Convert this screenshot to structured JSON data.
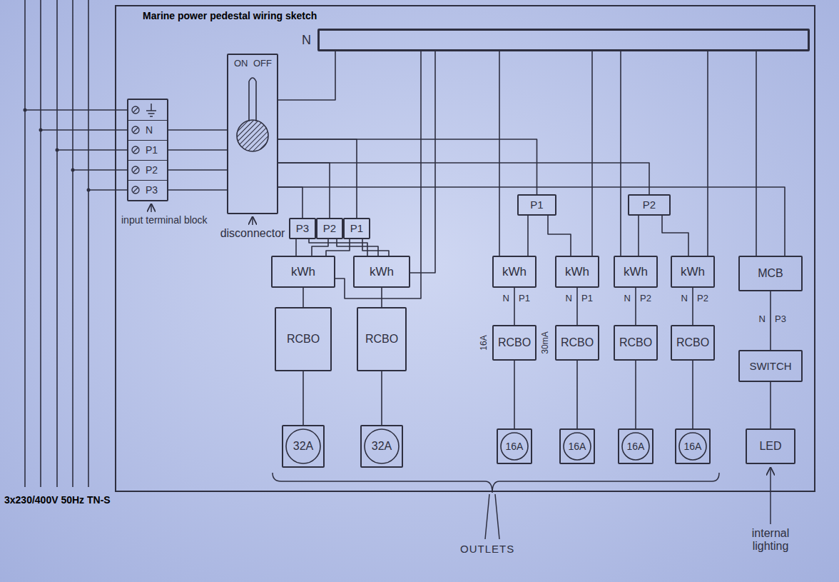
{
  "diagram": {
    "title": "Marine power pedestal wiring sketch",
    "nodes": [
      {
        "text": [
          "input terminal block"
        ]
      },
      {
        "text": [
          "N"
        ],
        "in": 0
      },
      {
        "text": [
          "P1"
        ],
        "in": 0
      },
      {
        "text": [
          "P2"
        ],
        "in": 0
      },
      {
        "text": [
          "P3"
        ],
        "in": 0
      },
      {
        "text": [
          "ON",
          "OFF",
          "disconnector"
        ]
      },
      {
        "text": [
          "N"
        ]
      },
      {
        "text": [
          "P3"
        ]
      },
      {
        "text": [
          "P2"
        ]
      },
      {
        "text": [
          "P1"
        ]
      },
      {
        "text": [
          "P1"
        ]
      },
      {
        "text": [
          "P2"
        ]
      },
      {
        "text": [
          "kWh"
        ]
      },
      {
        "text": [
          "kWh"
        ]
      },
      {
        "text": [
          "kWh"
        ]
      },
      {
        "text": [
          "kWh"
        ]
      },
      {
        "text": [
          "kWh"
        ]
      },
      {
        "text": [
          "kWh"
        ]
      },
      {
        "text": [
          "MCB"
        ]
      },
      {
        "text": [
          "RCBO"
        ]
      },
      {
        "text": [
          "RCBO"
        ]
      },
      {
        "text": [
          "RCBO"
        ]
      },
      {
        "text": [
          "RCBO"
        ]
      },
      {
        "text": [
          "RCBO"
        ]
      },
      {
        "text": [
          "RCBO"
        ]
      },
      {
        "text": [
          "SWITCH"
        ]
      },
      {
        "text": [
          "32A"
        ]
      },
      {
        "text": [
          "32A"
        ]
      },
      {
        "text": [
          "16A"
        ]
      },
      {
        "text": [
          "16A"
        ]
      },
      {
        "text": [
          "16A"
        ]
      },
      {
        "text": [
          "16A"
        ]
      },
      {
        "text": [
          "LED"
        ]
      }
    ],
    "edges": [
      {
        "from": 1,
        "to": 5,
        "arrow": "none"
      },
      {
        "from": 2,
        "to": 5,
        "arrow": "none"
      },
      {
        "from": 3,
        "to": 5,
        "arrow": "none"
      },
      {
        "from": 4,
        "to": 5,
        "arrow": "none"
      },
      {
        "from": 5,
        "to": 6,
        "arrow": "none"
      },
      {
        "from": 5,
        "to": 9,
        "arrow": "none"
      },
      {
        "from": 5,
        "to": 8,
        "arrow": "none"
      },
      {
        "from": 5,
        "to": 7,
        "arrow": "none"
      },
      {
        "from": 5,
        "to": 10,
        "arrow": "none"
      },
      {
        "from": 5,
        "to": 11,
        "arrow": "none"
      },
      {
        "from": 5,
        "to": 18,
        "arrow": "none"
      },
      {
        "from": 6,
        "to": 12,
        "arrow": "none"
      },
      {
        "from": 6,
        "to": 13,
        "arrow": "none"
      },
      {
        "from": 6,
        "to": 14,
        "arrow": "none"
      },
      {
        "from": 6,
        "to": 15,
        "arrow": "none"
      },
      {
        "from": 6,
        "to": 16,
        "arrow": "none"
      },
      {
        "from": 6,
        "to": 17,
        "arrow": "none"
      },
      {
        "from": 6,
        "to": 18,
        "arrow": "none"
      },
      {
        "from": 7,
        "to": 12,
        "arrow": "none"
      },
      {
        "from": 8,
        "to": 12,
        "arrow": "none"
      },
      {
        "from": 9,
        "to": 12,
        "arrow": "none"
      },
      {
        "from": 7,
        "to": 13,
        "arrow": "none"
      },
      {
        "from": 8,
        "to": 13,
        "arrow": "none"
      },
      {
        "from": 9,
        "to": 13,
        "arrow": "none"
      },
      {
        "from": 10,
        "to": 14,
        "arrow": "none"
      },
      {
        "from": 10,
        "to": 15,
        "arrow": "none"
      },
      {
        "from": 11,
        "to": 16,
        "arrow": "none"
      },
      {
        "from": 11,
        "to": 17,
        "arrow": "none"
      },
      {
        "from": 12,
        "to": 19,
        "arrow": "none"
      },
      {
        "from": 13,
        "to": 20,
        "arrow": "none"
      },
      {
        "from": 14,
        "to": 21,
        "arrow": "none"
      },
      {
        "from": 15,
        "to": 22,
        "arrow": "none"
      },
      {
        "from": 16,
        "to": 23,
        "arrow": "none"
      },
      {
        "from": 17,
        "to": 24,
        "arrow": "none"
      },
      {
        "from": 19,
        "to": 26,
        "arrow": "none"
      },
      {
        "from": 20,
        "to": 27,
        "arrow": "none"
      },
      {
        "from": 21,
        "to": 28,
        "arrow": "none"
      },
      {
        "from": 22,
        "to": 29,
        "arrow": "none"
      },
      {
        "from": 23,
        "to": 30,
        "arrow": "none"
      },
      {
        "from": 24,
        "to": 31,
        "arrow": "none"
      },
      {
        "from": 18,
        "to": 25,
        "arrow": "none"
      },
      {
        "from": 25,
        "to": 32,
        "arrow": "none"
      }
    ],
    "labels": [
      "3x230/400V 50Hz TN-S",
      "N",
      "P1",
      "N",
      "P1",
      "N",
      "P2",
      "N",
      "P2",
      "N",
      "P3",
      "16A",
      "30mA",
      "OUTLETS",
      "internal lighting"
    ]
  }
}
